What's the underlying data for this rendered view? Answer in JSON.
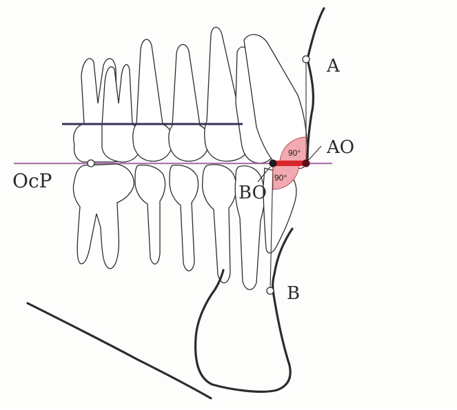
{
  "labels": {
    "point_a": "A",
    "point_b": "B",
    "ao": "AO",
    "bo": "BO",
    "occlusal_plane": "OcP",
    "angle_upper": "90°",
    "angle_lower": "90°"
  },
  "colors": {
    "outline": "#2b2b2b",
    "occlusal_plane_line": "#b04ab0",
    "upper_reference_line": "#3a2e5a",
    "ao_bo_segment": "#d8262a",
    "angle_fill": "#f2a9b0",
    "point_marker": "#5a0f1a"
  }
}
